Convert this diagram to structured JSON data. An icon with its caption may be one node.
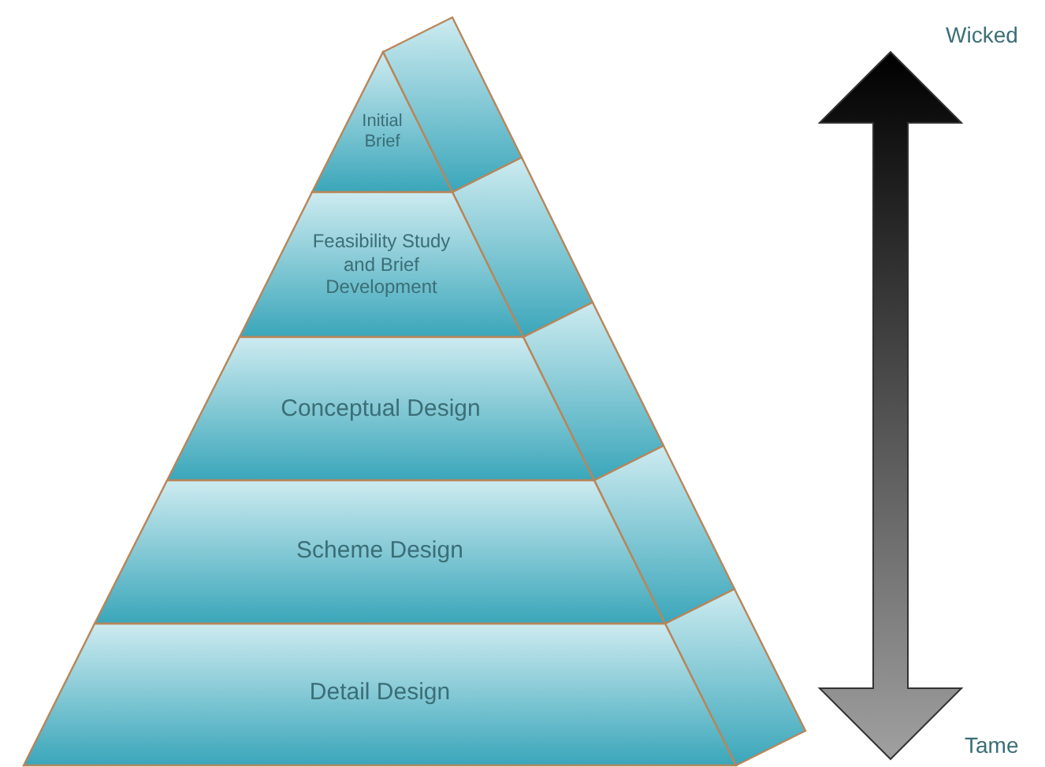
{
  "diagram": {
    "nodes": [
      {
        "text": [
          "Initial Brief"
        ]
      },
      {
        "text": [
          "Feasibility Study and Brief Development"
        ]
      },
      {
        "text": [
          "Conceptual Design"
        ]
      },
      {
        "text": [
          "Scheme Design"
        ]
      },
      {
        "text": [
          "Detail Design"
        ]
      }
    ],
    "labels": [
      "Wicked",
      "Tame"
    ]
  }
}
